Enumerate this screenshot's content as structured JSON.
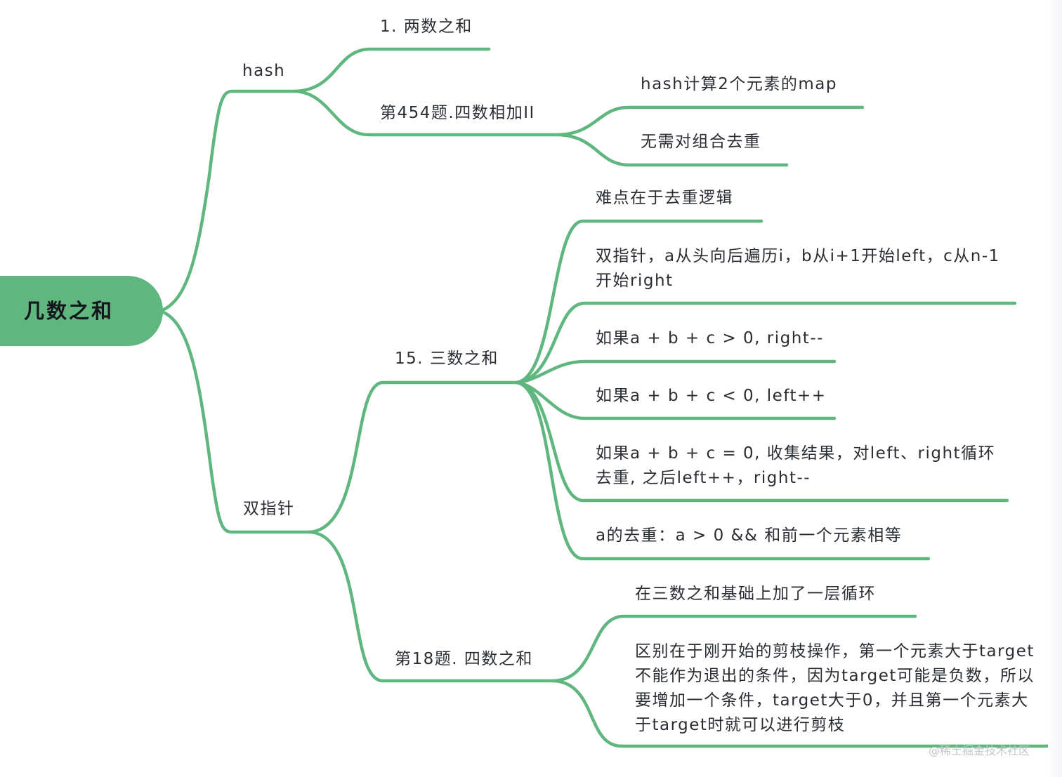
{
  "root": {
    "label": "几数之和"
  },
  "branches": {
    "hash": {
      "label": "hash",
      "children": {
        "two_sum": {
          "label": "1. 两数之和"
        },
        "four_sum_ii": {
          "label": "第454题.四数相加II",
          "notes": [
            "hash计算2个元素的map",
            "无需对组合去重"
          ]
        }
      }
    },
    "two_pointer": {
      "label": "双指针",
      "children": {
        "three_sum": {
          "label": "15. 三数之和",
          "notes": [
            "难点在于去重逻辑",
            "双指针，a从头向后遍历i，b从i+1开始left，c从n-1开始right",
            "如果a + b + c > 0, right--",
            "如果a + b + c < 0, left++",
            "如果a + b + c = 0, 收集结果，对left、right循环去重, 之后left++，right--",
            "a的去重：a > 0 && 和前一个元素相等"
          ]
        },
        "four_sum": {
          "label": "第18题. 四数之和",
          "notes": [
            "在三数之和基础上加了一层循环",
            "区别在于刚开始的剪枝操作，第一个元素大于target不能作为退出的条件，因为target可能是负数，所以要增加一个条件，target大于0，并且第一个元素大于target时就可以进行剪枝"
          ]
        }
      }
    }
  },
  "watermark": "@稀土掘金技术社区",
  "colors": {
    "branch": "#5fb67e",
    "root_fill": "#5fb67e",
    "text": "#2a2e33"
  }
}
